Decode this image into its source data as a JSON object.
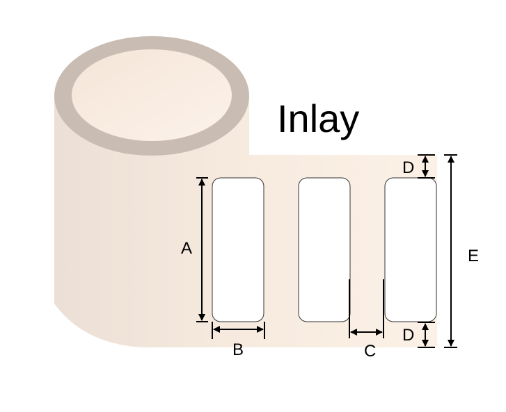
{
  "title": "Inlay",
  "dimension_labels": {
    "label_height": "A",
    "label_width": "B",
    "gap_between_labels": "C",
    "top_margin": "D",
    "bottom_margin": "D",
    "roll_width": "E"
  },
  "colors": {
    "roll_edge": "#c9bcb2",
    "roll_body_left": "#ecdfd5",
    "roll_body_right": "#fbefe4",
    "label_fill": "#ffffff"
  }
}
